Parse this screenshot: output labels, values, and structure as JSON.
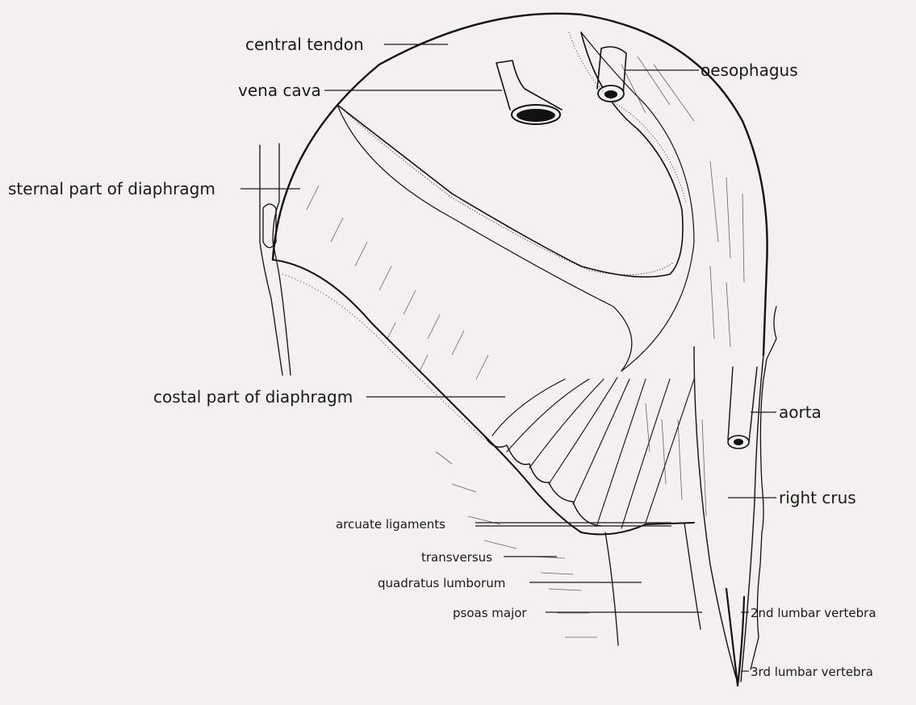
{
  "labels": {
    "central_tendon": "central tendon",
    "vena_cava": "vena cava",
    "oesophagus": "oesophagus",
    "sternal_part": "sternal part of diaphragm",
    "costal_part": "costal part of diaphragm",
    "aorta": "aorta",
    "right_crus": "right crus",
    "arcuate_ligaments": "arcuate ligaments",
    "transversus": "transversus",
    "quadratus_lumborum": "quadratus lumborum",
    "psoas_major": "psoas major",
    "lumbar_2": "2nd lumbar vertebra",
    "lumbar_3": "3rd lumbar vertebra"
  }
}
